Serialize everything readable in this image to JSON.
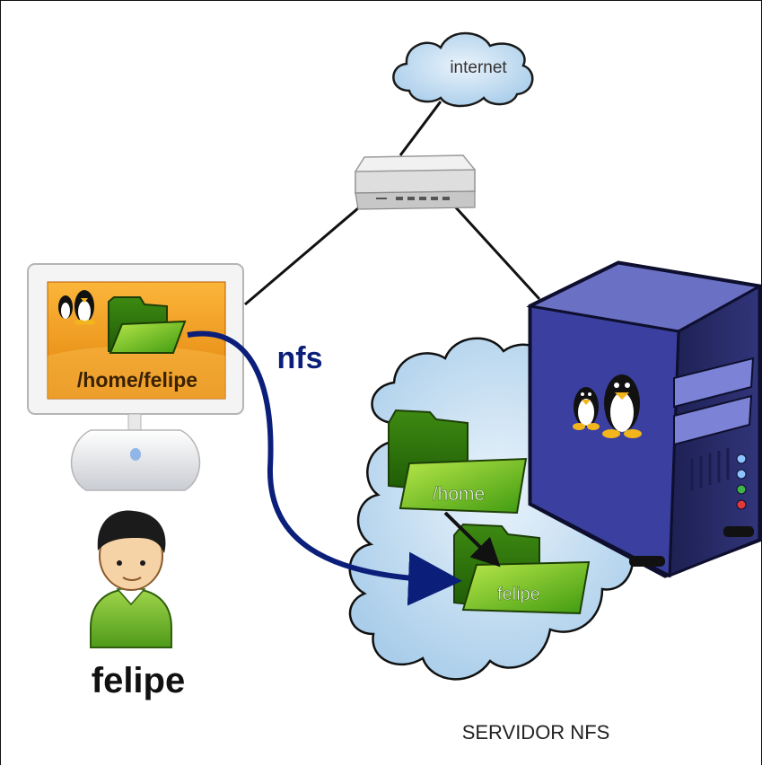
{
  "diagram": {
    "internet_label": "internet",
    "protocol_label": "nfs",
    "client_path_label": "/home/felipe",
    "user_label": "felipe",
    "server_home_label": "/home",
    "server_user_folder_label": "felipe",
    "server_label": "SERVIDOR NFS"
  },
  "colors": {
    "nfs_arrow": "#0b1f7a",
    "folder_green": "#6fbf1a",
    "screen_orange": "#f29a14",
    "server_blue": "#3a3f8f",
    "cloud_blue": "#cfe4f5"
  },
  "icons": [
    "cloud-icon",
    "router-icon",
    "computer-icon",
    "user-icon",
    "server-icon",
    "folder-icon",
    "tux-icon"
  ]
}
